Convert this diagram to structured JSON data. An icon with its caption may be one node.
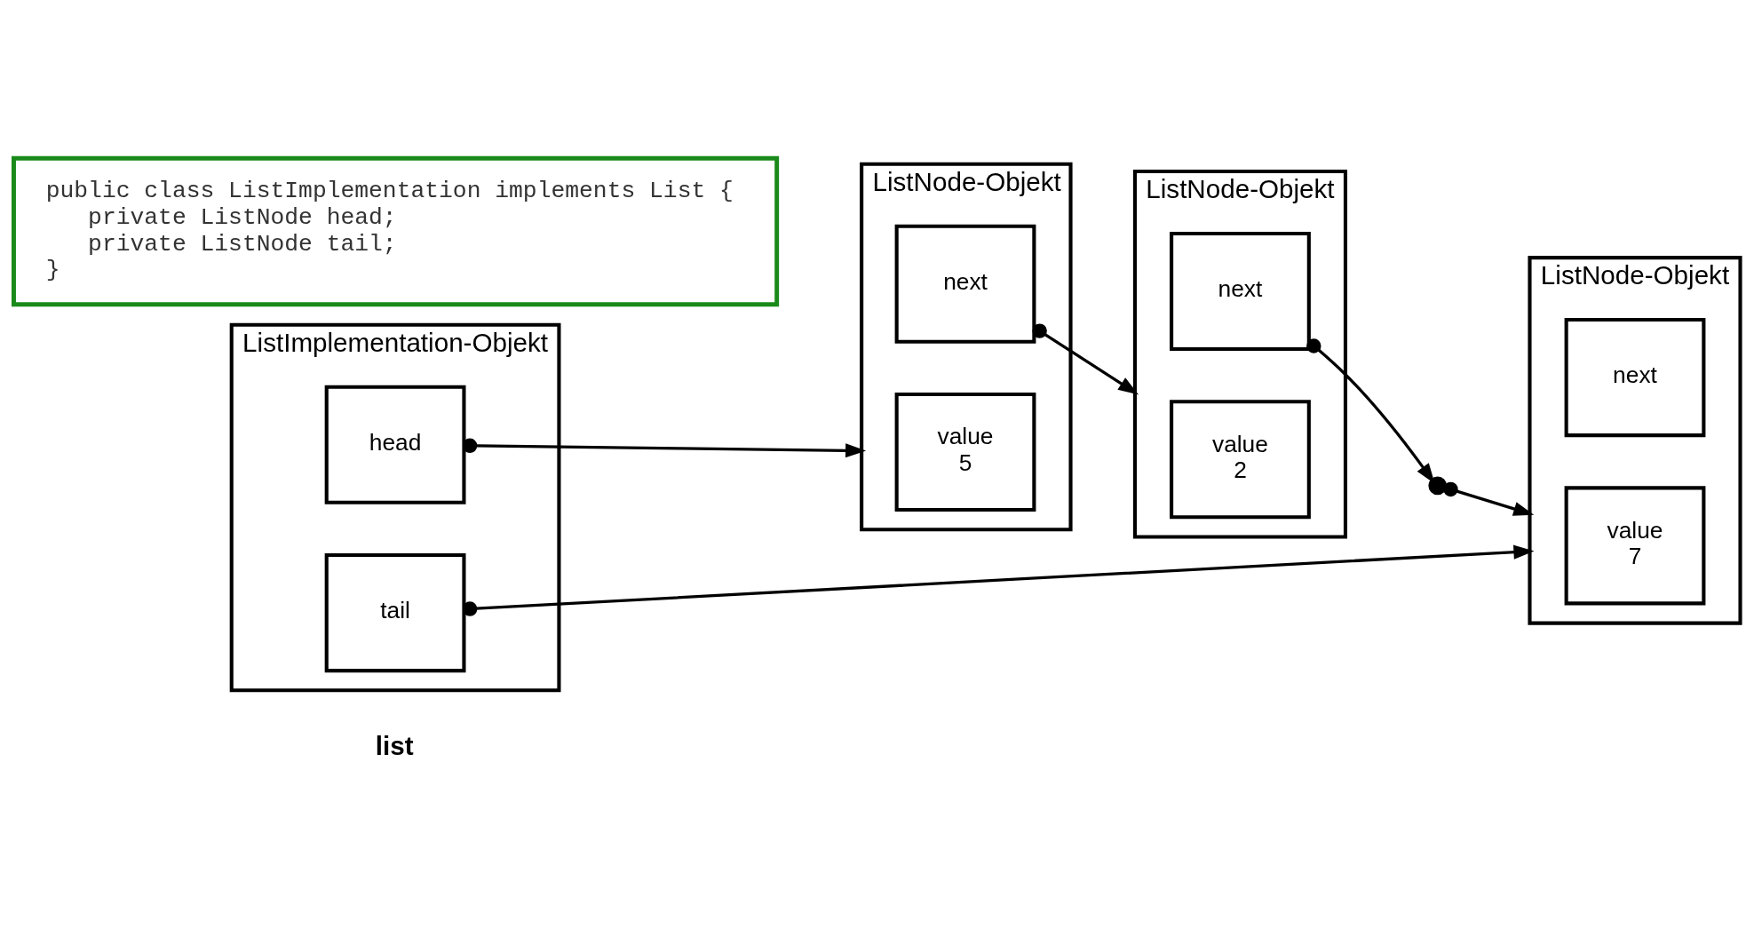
{
  "diagram": {
    "nodes": [
      {
        "text": [
          "ListImplementation-Objekt"
        ],
        "beside": [
          "list"
        ]
      },
      {
        "text": [
          "head"
        ],
        "in": 0
      },
      {
        "text": [
          "tail"
        ],
        "in": 0
      },
      {
        "text": [
          "ListNode-Objekt"
        ]
      },
      {
        "text": [
          "value",
          "5"
        ],
        "in": 3
      },
      {
        "text": [
          "next"
        ],
        "in": 3
      },
      {
        "text": [
          "ListNode-Objekt"
        ]
      },
      {
        "text": [
          "value",
          "2"
        ],
        "in": 6
      },
      {
        "text": [
          "next"
        ],
        "in": 6
      },
      {
        "text": [],
        "shape": "dots"
      },
      {
        "text": [
          "ListNode-Objekt"
        ]
      },
      {
        "text": [
          "value",
          "7"
        ],
        "in": 10
      },
      {
        "text": [
          "next"
        ],
        "in": 10
      },
      {
        "text": [
          "public class ListImplementation implements List {",
          "private ListNode head;",
          "private ListNode tail;",
          "}"
        ]
      }
    ],
    "edges": [
      {
        "from": 1,
        "to": 3,
        "arrow": "to"
      },
      {
        "from": 2,
        "to": 10,
        "arrow": "to"
      },
      {
        "from": 5,
        "to": 6,
        "arrow": "to"
      },
      {
        "from": 8,
        "to": 9,
        "arrow": "to"
      },
      {
        "from": 9,
        "to": 10,
        "arrow": "to"
      }
    ]
  }
}
